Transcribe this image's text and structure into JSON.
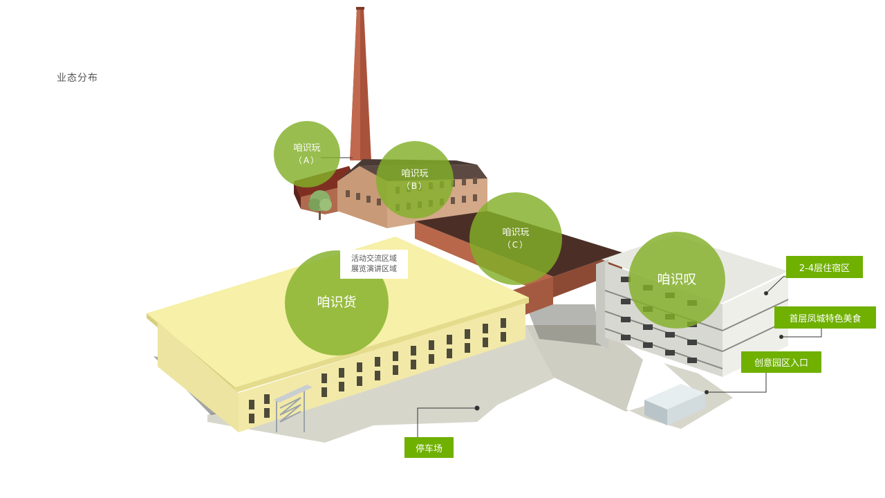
{
  "page": {
    "title": "业态分布"
  },
  "bubbles": {
    "play_a": {
      "name": "咱识玩",
      "sub": "（A）"
    },
    "play_b": {
      "name": "咱识玩",
      "sub": "（B）"
    },
    "play_c": {
      "name": "咱识玩",
      "sub": "（C）"
    },
    "goods": {
      "name": "咱识货"
    },
    "chat": {
      "name": "咱识叹"
    }
  },
  "zone_note": {
    "line1": "活动交流区域",
    "line2": "展览演讲区域"
  },
  "tags": {
    "dorm": "2-4层住宿区",
    "food": "首层凤城特色美食",
    "entrance": "创意园区入口",
    "parking": "停车场"
  },
  "colors": {
    "accent_green": "#6fb000",
    "bubble_green": "#82b028",
    "roof_yellow": "#f7f0a8",
    "brick": "#9b4a32"
  }
}
